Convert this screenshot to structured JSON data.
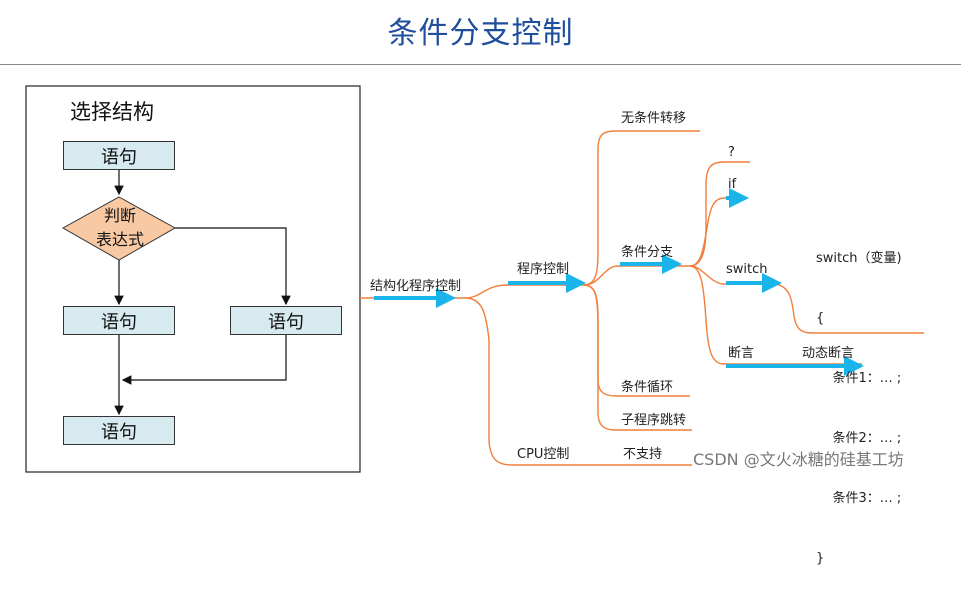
{
  "page": {
    "title": "条件分支控制",
    "watermark": "CSDN @文火冰糖的硅基工坊"
  },
  "flowchart": {
    "title": "选择结构",
    "statement_1": "语句",
    "decision": [
      "判断",
      "表达式"
    ],
    "statement_left": "语句",
    "statement_right": "语句",
    "statement_end": "语句"
  },
  "mindmap": {
    "root": "结构化程序控制",
    "program_control": "程序控制",
    "unconditional": "无条件转移",
    "conditional": "条件分支",
    "question": "?",
    "if": "if",
    "switch": "switch",
    "switch_code": [
      "switch（变量)",
      "{",
      "    条件1：… ;",
      "    条件2：… ;",
      "    条件3：… ;",
      "}"
    ],
    "assert": "断言",
    "dynamic_assert": "动态断言",
    "loop": "条件循环",
    "subroutine": "子程序跳转",
    "cpu_control": "CPU控制",
    "unsupported": "不支持"
  },
  "colors": {
    "title": "#1f4e9c",
    "branch_line": "#f07f3c",
    "arrow": "#19b4ea",
    "box_fill": "#d6eaf0",
    "diamond_fill": "#f8c9a3"
  }
}
